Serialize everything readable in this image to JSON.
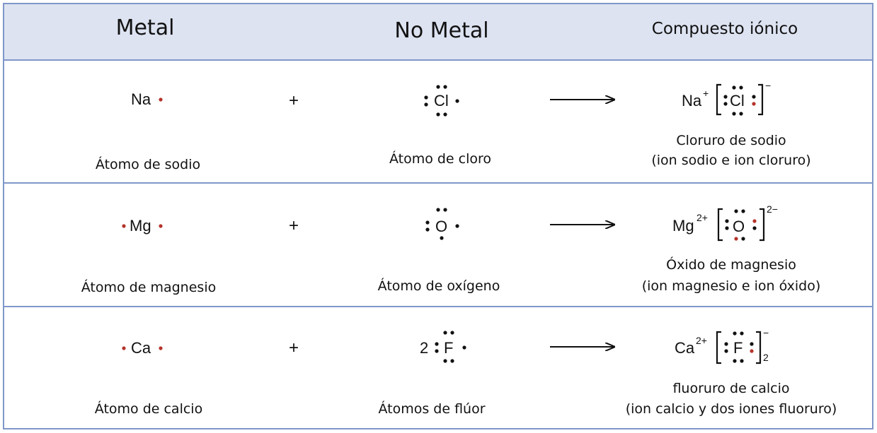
{
  "header": {
    "metal": "Metal",
    "nonmetal": "No Metal",
    "compound": "Compuesto iónico"
  },
  "rows": [
    {
      "metal_symbol": "Na",
      "metal_label": "Átomo de sodio",
      "operator": "+",
      "nonmetal_symbol": "Cl",
      "nonmetal_label": "Átomo de cloro",
      "cation": "Na",
      "cation_charge": "+",
      "anion_symbol": "Cl",
      "anion_charge": "−",
      "compound_name": "Cloruro de sodio",
      "compound_desc": "(ion sodio e ion cloruro)"
    },
    {
      "metal_symbol": "Mg",
      "metal_label": "Átomo de magnesio",
      "operator": "+",
      "nonmetal_symbol": "O",
      "nonmetal_label": "Átomo de oxígeno",
      "cation": "Mg",
      "cation_charge": "2+",
      "anion_symbol": "O",
      "anion_charge": "2−",
      "compound_name": "Óxido de magnesio",
      "compound_desc": "(ion magnesio e ion óxido)"
    },
    {
      "metal_symbol": "Ca",
      "metal_label": "Átomo de calcio",
      "operator": "+",
      "nonmetal_coefficient": "2",
      "nonmetal_symbol": "F",
      "nonmetal_label": "Átomos de flúor",
      "cation": "Ca",
      "cation_charge": "2+",
      "anion_symbol": "F",
      "anion_charge": "−",
      "anion_subscript": "2",
      "compound_name": "fluoruro de calcio",
      "compound_desc": "(ion calcio y dos iones fluoruro)"
    }
  ],
  "colors": {
    "border": "#7f97c9",
    "header_bg": "#dde3f1",
    "electron_metal": "#b5332a",
    "electron_nonmetal": "#111111"
  }
}
